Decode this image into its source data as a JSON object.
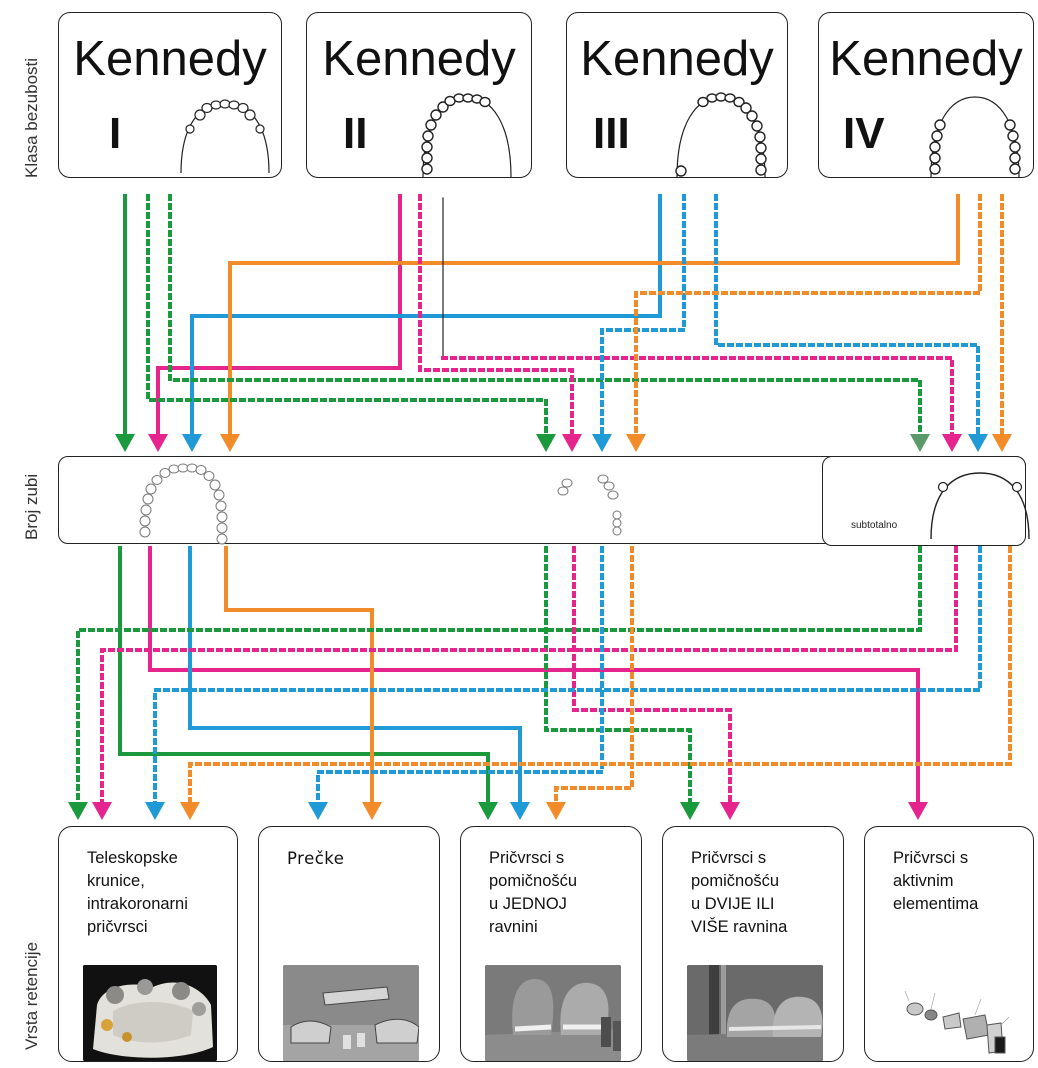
{
  "row_labels": {
    "top": "Klasa bezubosti",
    "middle": "Broj zubi",
    "bottom": "Vrsta retencije"
  },
  "kennedy": [
    {
      "title": "Kennedy",
      "class": "I"
    },
    {
      "title": "Kennedy",
      "class": "II"
    },
    {
      "title": "Kennedy",
      "class": "III"
    },
    {
      "title": "Kennedy",
      "class": "IV"
    }
  ],
  "teeth": {
    "subtotal_label": "subtotalno"
  },
  "retention": [
    {
      "label": "Teleskopske krunice, intrakoronarni pričvrsci",
      "lines": [
        "Teleskopske",
        "krunice,",
        "intrakoronarni",
        "pričvrsci"
      ]
    },
    {
      "label": "Prečke",
      "lines": [
        "Prečke"
      ]
    },
    {
      "label": "Pričvrsci s pomičnošću u JEDNOJ ravnini",
      "lines": [
        "Pričvrsci s",
        "pomičnošću",
        "u JEDNOJ",
        "ravnini"
      ]
    },
    {
      "label": "Pričvrsci s pomičnošću u DVIJE ILI VIŠE ravnina",
      "lines": [
        "Pričvrsci s",
        "pomičnošću",
        "u DVIJE ILI",
        "VIŠE ravnina"
      ]
    },
    {
      "label": "Pričvrsci s aktivnim elementima",
      "lines": [
        "Pričvrsci s",
        "aktivnim",
        "elementima"
      ]
    }
  ],
  "colors": {
    "green": "#1a9a3c",
    "magenta": "#e5248e",
    "blue": "#1f9ad6",
    "orange": "#f28b2a"
  },
  "icons": [
    "arch-diagram-icon",
    "attachment-photo"
  ]
}
